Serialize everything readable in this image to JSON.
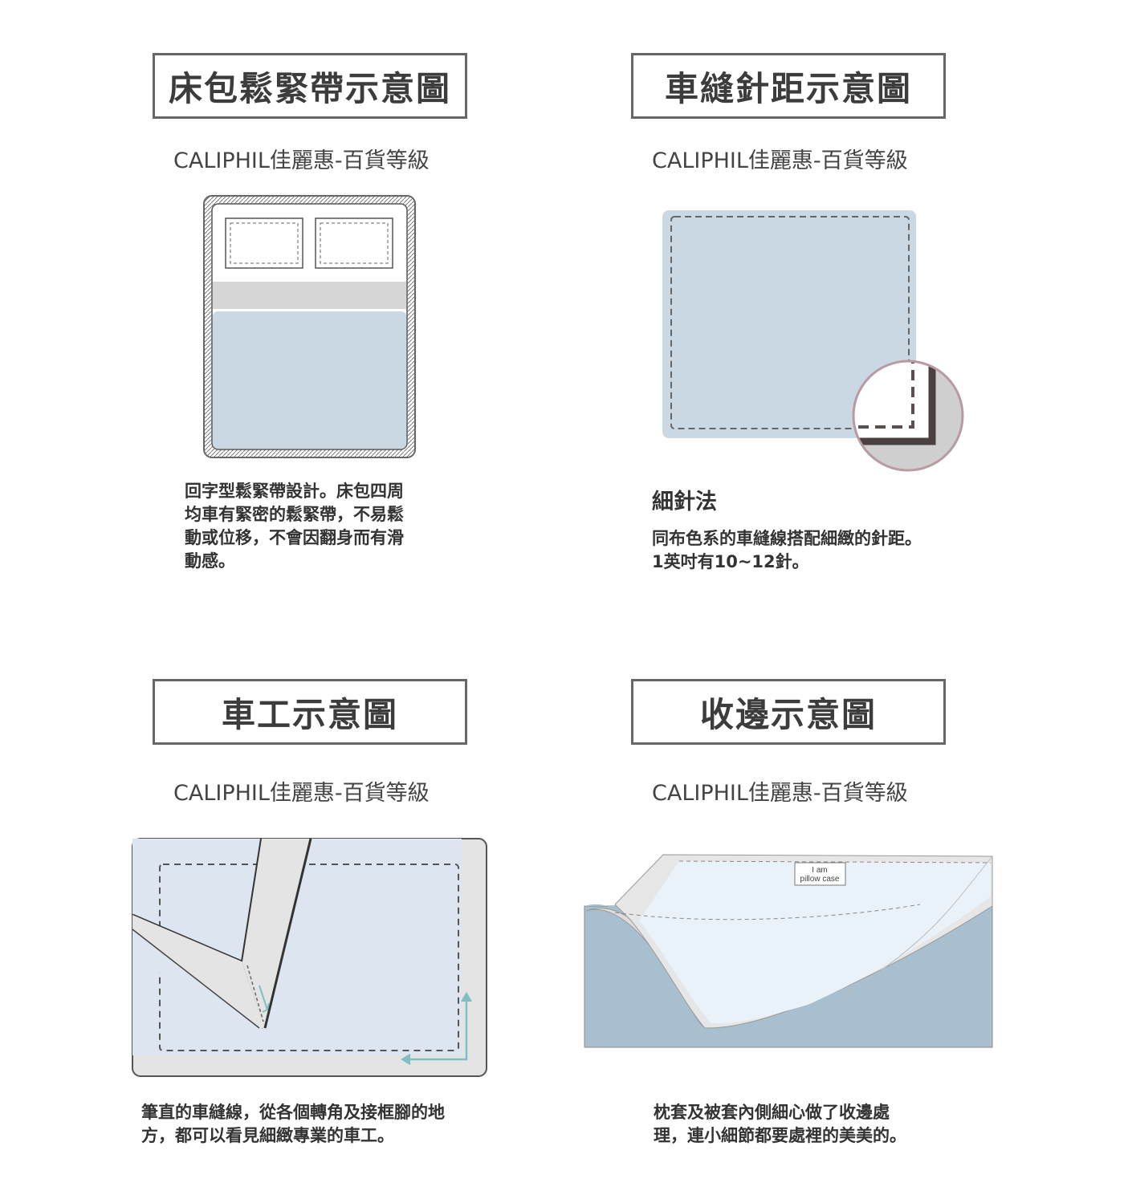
{
  "panels": {
    "elastic": {
      "title": "床包鬆緊帶示意圖",
      "subtitle": "CALIPHIL佳麗惠-百貨等級",
      "desc": "回字型鬆緊帶設計。床包四周\n均車有緊密的鬆緊帶，不易鬆\n動或位移，不會因翻身而有滑\n動感。"
    },
    "stitch": {
      "title": "車縫針距示意圖",
      "subtitle": "CALIPHIL佳麗惠-百貨等級",
      "heading": "細針法",
      "desc": "同布色系的車縫線搭配細緻的針距。\n1英吋有10~12針。"
    },
    "sewing": {
      "title": "車工示意圖",
      "subtitle": "CALIPHIL佳麗惠-百貨等級",
      "desc": "筆直的車縫線，從各個轉角及接框腳的地\n方，都可以看見細緻專業的車工。"
    },
    "hem": {
      "title": "收邊示意圖",
      "subtitle": "CALIPHIL佳麗惠-百貨等級",
      "tag_line1": "I am",
      "tag_line2": "pillow case",
      "desc": "枕套及被套內側細心做了收邊處\n理，連小細節都要處裡的美美的。"
    }
  },
  "colors": {
    "border": "#666666",
    "sheet_blue": "#c9d8e2",
    "pale_blue": "#dde6f0",
    "cover_grey": "#e2e2e2",
    "accent_teal": "#7fbfbf",
    "hem_blue": "#a7bfcf",
    "circle_rim": "#b89aa0"
  }
}
